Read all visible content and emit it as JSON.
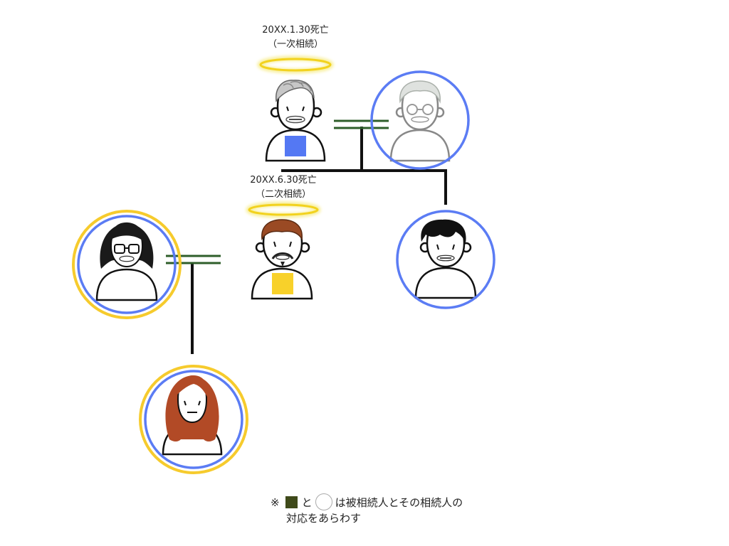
{
  "labels": {
    "grandfather_death": "20XX.1.30死亡",
    "grandfather_inheritance": "（一次相続）",
    "father_death": "20XX.6.30死亡",
    "father_inheritance": "（二次相続）"
  },
  "note": {
    "mark": "※",
    "connector": "と",
    "text_line1": "は被相続人とその相続人の",
    "text_line2": "対応をあらわす"
  },
  "colors": {
    "first_inheritance": "#5b7cf4",
    "second_inheritance": "#f6cb2d",
    "marriage_line": "#2e5e2a",
    "legend_square": "#3f4a1a",
    "halo": "#f2d640"
  }
}
